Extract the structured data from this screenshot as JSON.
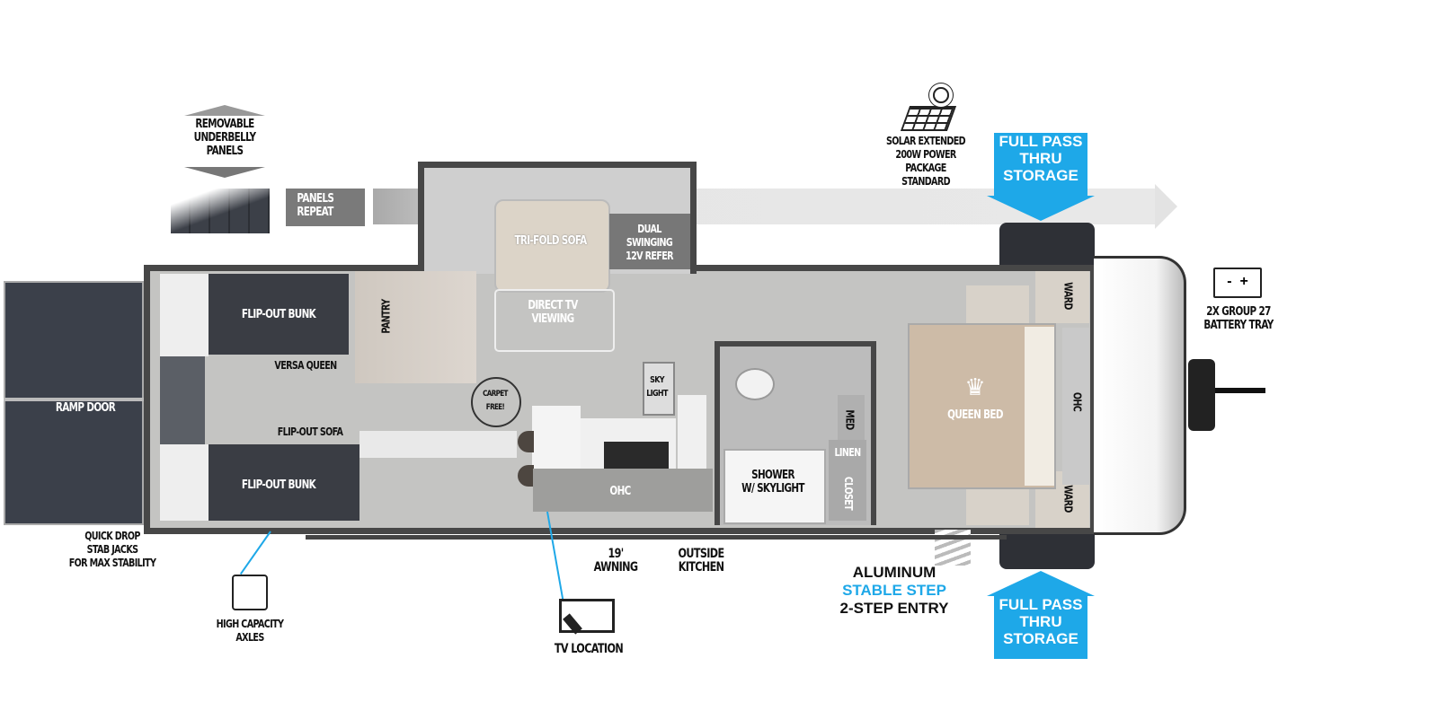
{
  "callouts": {
    "underbelly": "REMOVABLE\nUNDERBELLY\nPANELS",
    "panels_repeat": "PANELS\nREPEAT",
    "solar": "SOLAR EXTENDED\n200W POWER PACKAGE\nSTANDARD",
    "storage_top": "FULL PASS\nTHRU\nSTORAGE",
    "storage_bottom": "FULL PASS\nTHRU\nSTORAGE",
    "battery": "2X GROUP 27\nBATTERY TRAY",
    "stab_jacks": "QUICK DROP\nSTAB JACKS\nFOR MAX STABILITY",
    "axles": "HIGH CAPACITY\nAXLES",
    "tv_location": "TV LOCATION",
    "awning": "19' AWNING",
    "outside_kitchen": "OUTSIDE\nKITCHEN",
    "entry_line1": "ALUMINUM",
    "entry_line2": "STABLE STEP",
    "entry_line3": "2-STEP ENTRY"
  },
  "rooms": {
    "ramp_door": "RAMP DOOR",
    "bunk_top": "FLIP-OUT BUNK",
    "bunk_bottom": "FLIP-OUT BUNK",
    "versa_queen": "VERSA QUEEN",
    "flip_out_sofa": "FLIP-OUT SOFA",
    "pantry": "PANTRY",
    "tri_fold_sofa": "TRI-FOLD SOFA",
    "refer": "DUAL SWINGING\n12V REFER",
    "direct_tv": "DIRECT TV\nVIEWING",
    "carpet_free": "CARPET FREE!",
    "skylight": "SKY\nLIGHT",
    "ohc_kitchen": "OHC",
    "shower": "SHOWER\nW/ SKYLIGHT",
    "med": "MED",
    "linen": "LINEN",
    "closet": "CLOSET",
    "queen_bed": "QUEEN BED",
    "ward_top": "WARD",
    "ward_bottom": "WARD",
    "ohc_bed": "OHC"
  },
  "battery_symbols": "-  +",
  "colors": {
    "accent": "#1ea8e8",
    "wall": "#4a4a4a",
    "floor": "#c4c4c2",
    "bunk": "#3a3d44"
  }
}
